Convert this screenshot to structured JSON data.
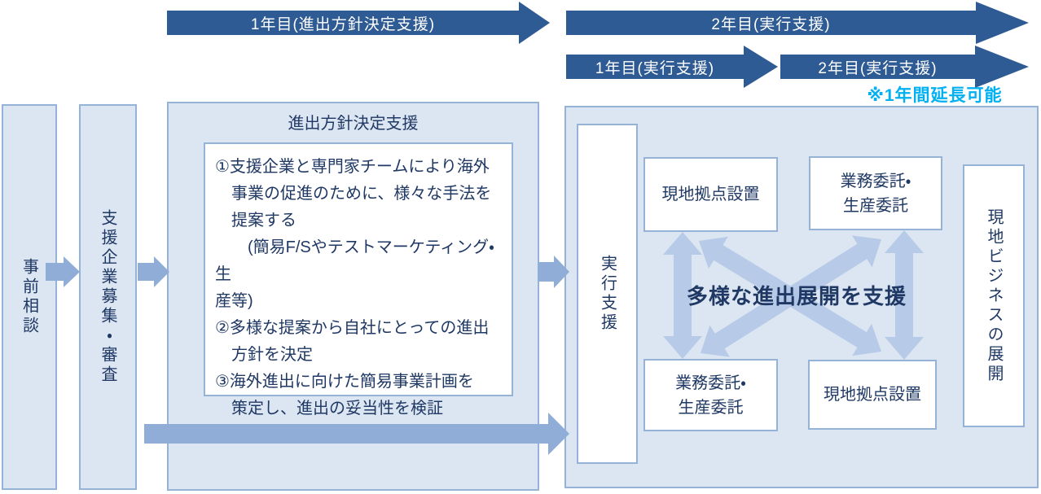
{
  "timeline": {
    "row1": [
      {
        "label": "1年目(進出方針決定支援)"
      },
      {
        "label": "2年目(実行支援)"
      }
    ],
    "row2": [
      {
        "label": "1年目(実行支援)"
      },
      {
        "label": "2年目(実行支援)"
      }
    ],
    "note": "※1年間延長可能"
  },
  "flow": {
    "pre_consultation": "事前相談",
    "recruitment": "支援企業募集・審査",
    "policy": {
      "title": "進出方針決定支援",
      "body": "①支援企業と専門家チームにより海外\n　事業の促進のために、様々な手法を\n　提案する\n　　(簡易F/Sやテストマーケティング・生\n産等)\n②多様な提案から自社にとっての進出\n　方針を決定\n③海外進出に向けた簡易事業計画を\n　策定し、進出の妥当性を検証"
    },
    "execution": {
      "label": "実行支援",
      "top_left_box": "現地拠点設置",
      "top_right_box": "業務委託・\n生産委託",
      "bottom_left_box": "業務委託・\n生産委託",
      "bottom_right_box": "現地拠点設置",
      "center_label": "多様な進出展開を支援",
      "outcome": "現地ビジネスの展開"
    }
  },
  "colors": {
    "timeline_arrow": "#2f5b94",
    "panel_fill": "#dce6f2",
    "panel_border": "#95b3d7",
    "flow_arrow": "#8fadd6",
    "exchange_arrow": "#b0c5e6",
    "text": "#1f3864",
    "note": "#00b0f0"
  }
}
